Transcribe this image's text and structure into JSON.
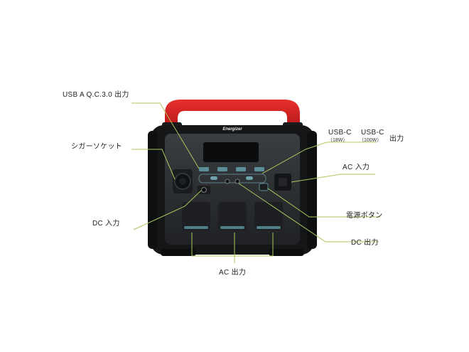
{
  "brand": "Energizer",
  "colors": {
    "leader": "#a9c95a",
    "handle": "#d81e1e",
    "body": "#2b2d30",
    "frame": "#15171a"
  },
  "labels": {
    "usb_a": "USB A Q.C.3.0 出力",
    "cigar": "シガーソケット",
    "dc_in": "DC 入力",
    "ac_out": "AC 出力",
    "usb_c_left": "USB-C",
    "usb_c_left_sub": "（18W）",
    "usb_c_right": "USB-C",
    "usb_c_right_sub": "（100W）",
    "usb_c_out": "出力",
    "ac_in": "AC 入力",
    "power_button": "電源ボタン",
    "dc_out": "DC 出力"
  }
}
